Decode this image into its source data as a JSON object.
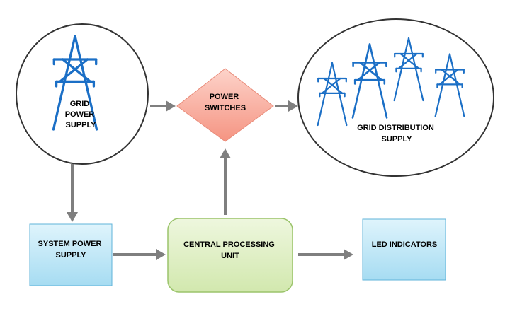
{
  "nodes": {
    "grid_power_supply": {
      "lines": [
        "GRID",
        "POWER",
        "SUPPLY"
      ]
    },
    "power_switches": {
      "lines": [
        "POWER",
        "SWITCHES"
      ]
    },
    "grid_distribution_supply": {
      "lines": [
        "GRID DISTRIBUTION",
        "SUPPLY"
      ]
    },
    "system_power_supply": {
      "lines": [
        "SYSTEM POWER",
        "SUPPLY"
      ]
    },
    "central_processing_unit": {
      "lines": [
        "CENTRAL PROCESSING",
        "UNIT"
      ]
    },
    "led_indicators": {
      "lines": [
        "LED INDICATORS"
      ]
    }
  },
  "colors": {
    "tower": "#1b6fc6",
    "arrow": "#7f7f7f",
    "diamond_fill": "#f9a89a",
    "box_blue_fill": "#b9e6f7",
    "box_blue_stroke": "#5fb3d9",
    "box_green_fill": "#e2f0c9",
    "box_green_stroke": "#9bc46b"
  }
}
